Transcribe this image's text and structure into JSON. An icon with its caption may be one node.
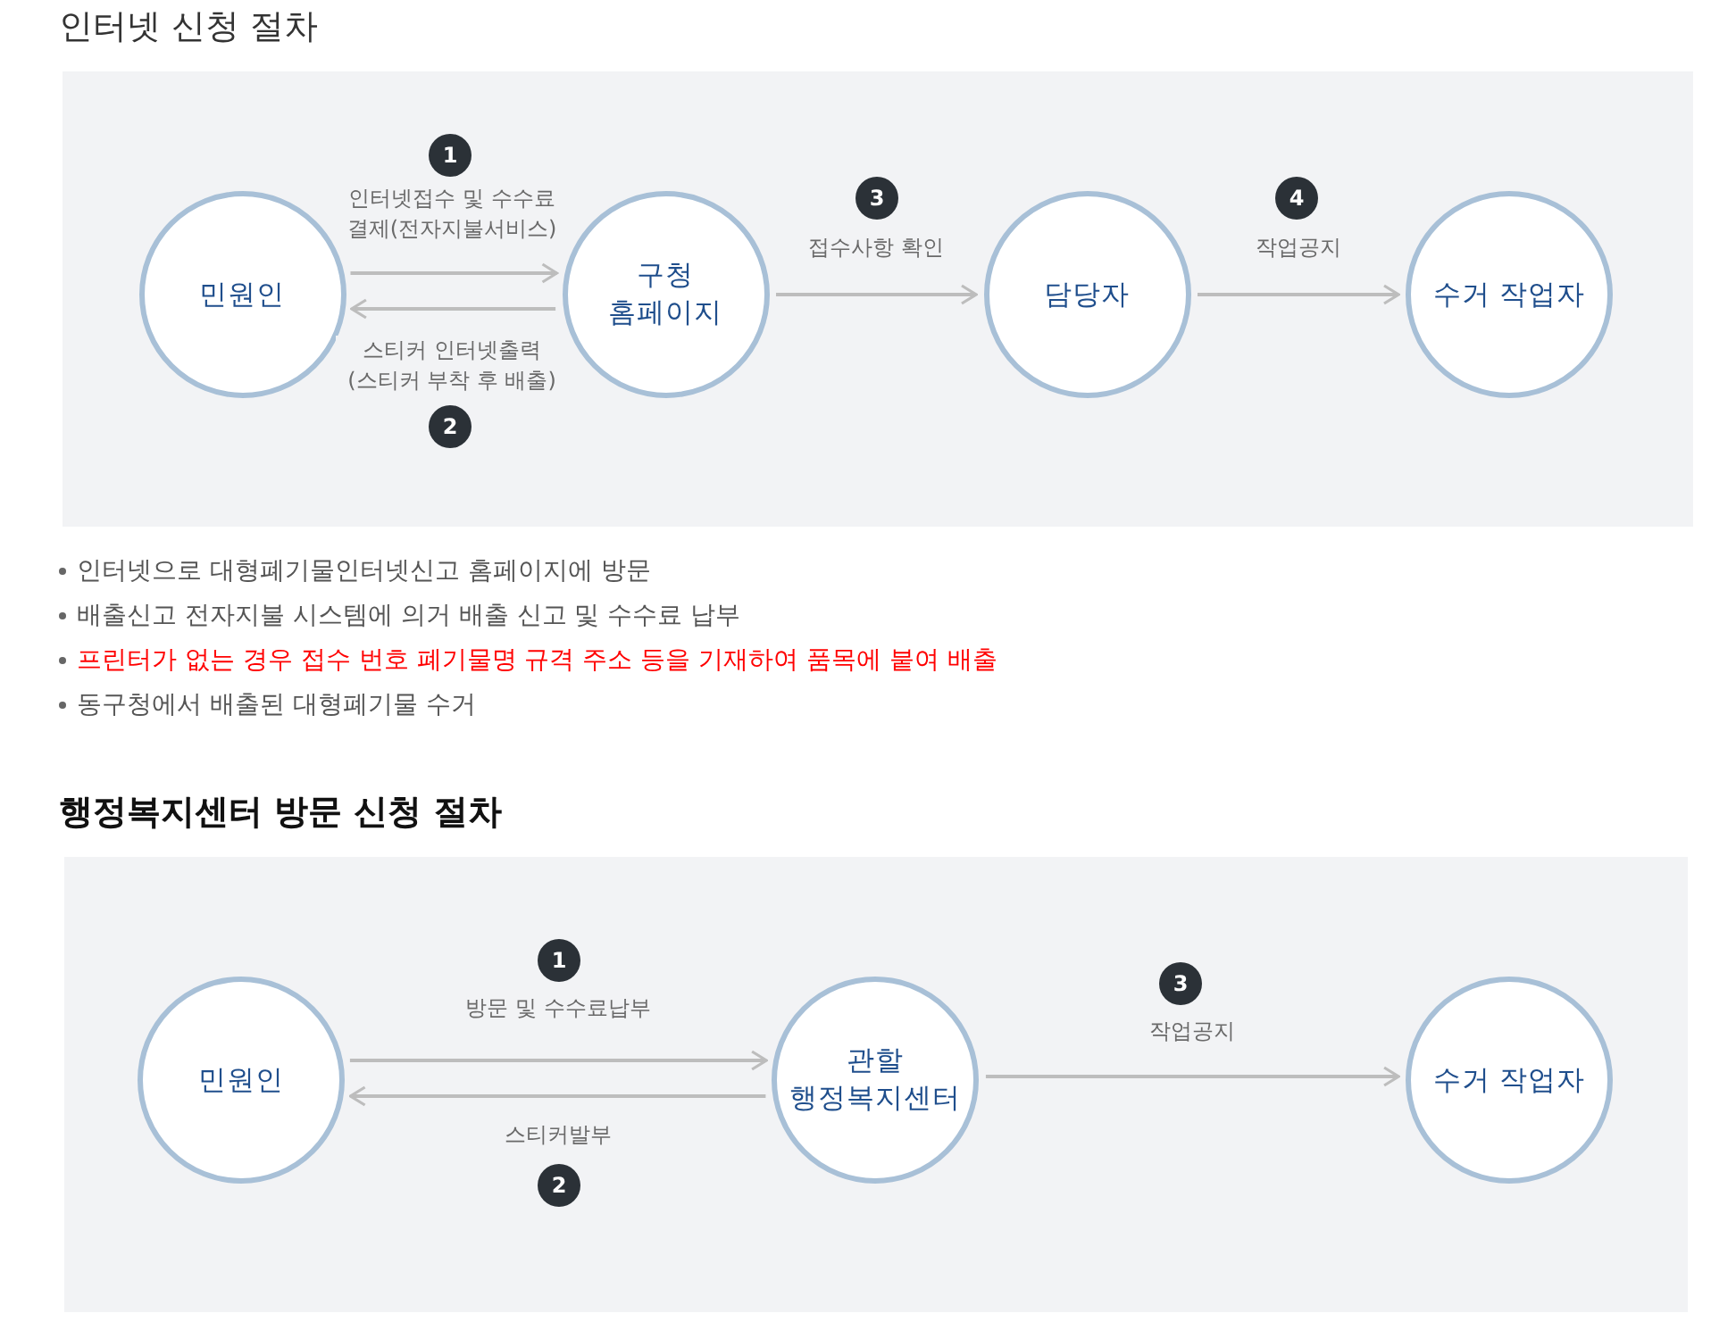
{
  "diagram": {
    "nodes": [
      {
        "text": [
          "인터넷 신청 절차"
        ]
      },
      {
        "text": [
          "민원인"
        ],
        "in": 0
      },
      {
        "text": [
          "구청 홈페이지"
        ],
        "in": 0
      },
      {
        "text": [
          "담당자"
        ],
        "in": 0
      },
      {
        "text": [
          "수거 작업자"
        ],
        "in": 0
      },
      {
        "text": [
          "1"
        ],
        "in": 0
      },
      {
        "text": [
          "2"
        ],
        "in": 0
      },
      {
        "text": [
          "3"
        ],
        "in": 0
      },
      {
        "text": [
          "4"
        ],
        "in": 0
      },
      {
        "text": [
          "행정복지센터 방문 신청 절차"
        ]
      },
      {
        "text": [
          "민원인"
        ],
        "in": 9
      },
      {
        "text": [
          "관할 행정복지센터"
        ],
        "in": 9
      },
      {
        "text": [
          "수거 작업자"
        ],
        "in": 9
      },
      {
        "text": [
          "1"
        ],
        "in": 9
      },
      {
        "text": [
          "2"
        ],
        "in": 9
      },
      {
        "text": [
          "3"
        ],
        "in": 9
      }
    ],
    "edges": [
      {
        "from": 1,
        "to": 2,
        "arrow": "to",
        "label": "인터넷접수 및 수수료 결제(전자지불서비스)"
      },
      {
        "from": 2,
        "to": 1,
        "arrow": "to",
        "label": "스티커 인터넷출력 (스티커 부착 후 배출)"
      },
      {
        "from": 2,
        "to": 3,
        "arrow": "to",
        "label": "접수사항 확인"
      },
      {
        "from": 3,
        "to": 4,
        "arrow": "to",
        "label": "작업공지"
      },
      {
        "from": 10,
        "to": 11,
        "arrow": "to",
        "label": "방문 및 수수료납부"
      },
      {
        "from": 11,
        "to": 10,
        "arrow": "to",
        "label": "스티커발부"
      },
      {
        "from": 11,
        "to": 12,
        "arrow": "to",
        "label": "작업공지"
      }
    ],
    "labels": [
      "인터넷으로 대형폐기물인터넷신고 홈페이지에 방문",
      "배출신고 전자지불 시스템에 의거 배출 신고 및 수수료 납부",
      "프린터가 없는 경우 접수 번호 폐기물명 규격 주소 등을 기재하여 품목에 붙여 배출",
      "동구청에서 배출된 대형폐기물 수거"
    ]
  }
}
